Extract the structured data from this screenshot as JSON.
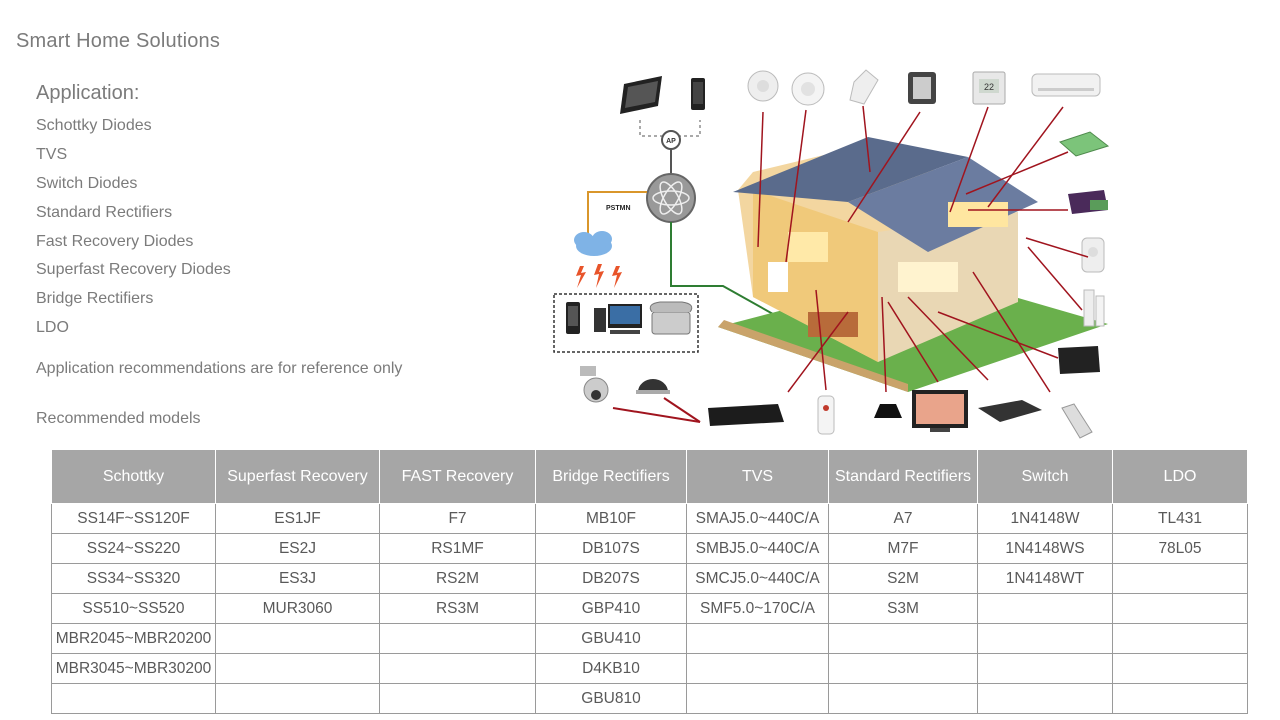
{
  "title": "Smart Home Solutions",
  "application": {
    "heading": "Application:",
    "items": [
      "Schottky Diodes",
      "TVS",
      "Switch Diodes",
      "Standard Rectifiers",
      "Fast Recovery Diodes",
      "Superfast Recovery Diodes",
      "Bridge Rectifiers",
      "LDO"
    ]
  },
  "note": "Application recommendations are for reference only",
  "recommended_label": "Recommended models",
  "illustration": {
    "pstn_label": "PSTMN",
    "ap_label": "AP",
    "thermostat_reading": "22"
  },
  "table": {
    "headers": [
      "Schottky",
      "Superfast Recovery",
      "FAST Recovery",
      "Bridge Rectifiers",
      "TVS",
      "Standard Rectifiers",
      "Switch",
      "LDO"
    ],
    "rows": [
      [
        "SS14F~SS120F",
        "ES1JF",
        "F7",
        "MB10F",
        "SMAJ5.0~440C/A",
        "A7",
        "1N4148W",
        "TL431"
      ],
      [
        "SS24~SS220",
        "ES2J",
        "RS1MF",
        "DB107S",
        "SMBJ5.0~440C/A",
        "M7F",
        "1N4148WS",
        "78L05"
      ],
      [
        "SS34~SS320",
        "ES3J",
        "RS2M",
        "DB207S",
        "SMCJ5.0~440C/A",
        "S2M",
        "1N4148WT",
        ""
      ],
      [
        "SS510~SS520",
        "MUR3060",
        "RS3M",
        "GBP410",
        "SMF5.0~170C/A",
        "S3M",
        "",
        ""
      ],
      [
        "MBR2045~MBR20200",
        "",
        "",
        "GBU410",
        "",
        "",
        "",
        ""
      ],
      [
        "MBR3045~MBR30200",
        "",
        "",
        "D4KB10",
        "",
        "",
        "",
        ""
      ],
      [
        "",
        "",
        "",
        "GBU810",
        "",
        "",
        "",
        ""
      ]
    ]
  },
  "colors": {
    "header_bg": "#a6a6a6",
    "callout_line": "#a0141e",
    "network_green": "#2e7d32",
    "network_orange": "#d9962b"
  }
}
